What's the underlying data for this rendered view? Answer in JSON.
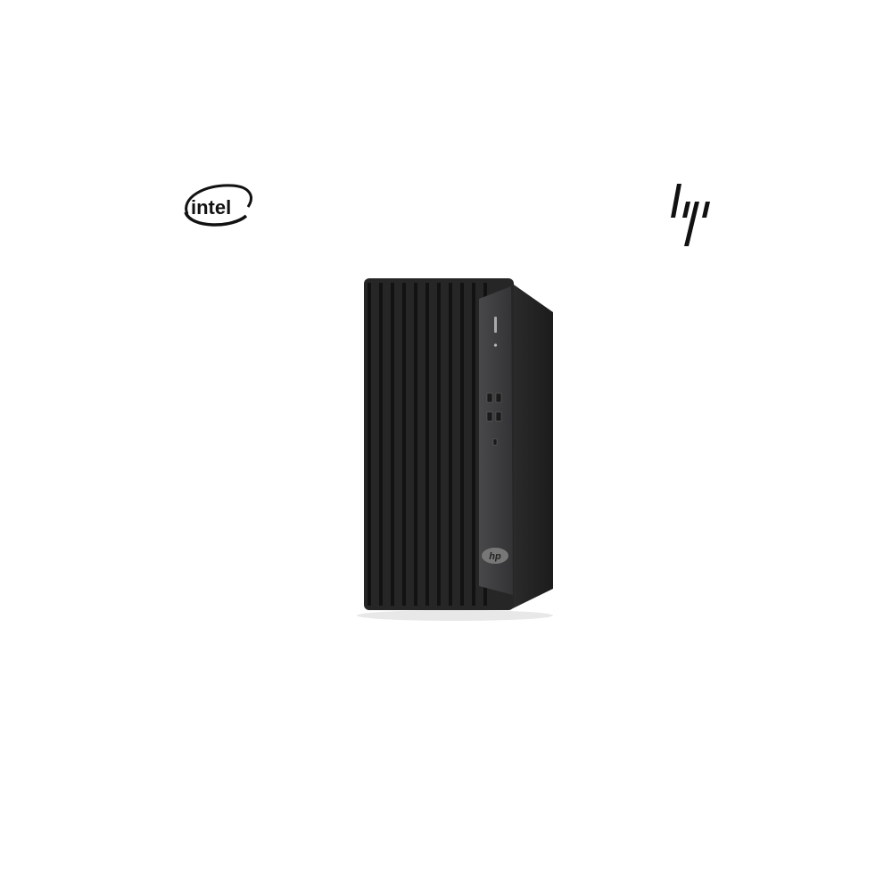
{
  "logos": {
    "intel": {
      "text": "intel",
      "icon": "intel-logo"
    },
    "hp": {
      "text": "hp",
      "icon": "hp-logo"
    }
  },
  "product": {
    "icon": "desktop-tower",
    "badge_text": "hp",
    "colors": {
      "body": "#2a2a2b",
      "panel": "#3b3b3d",
      "side": "#1f1f20",
      "rib": "#141414"
    }
  }
}
